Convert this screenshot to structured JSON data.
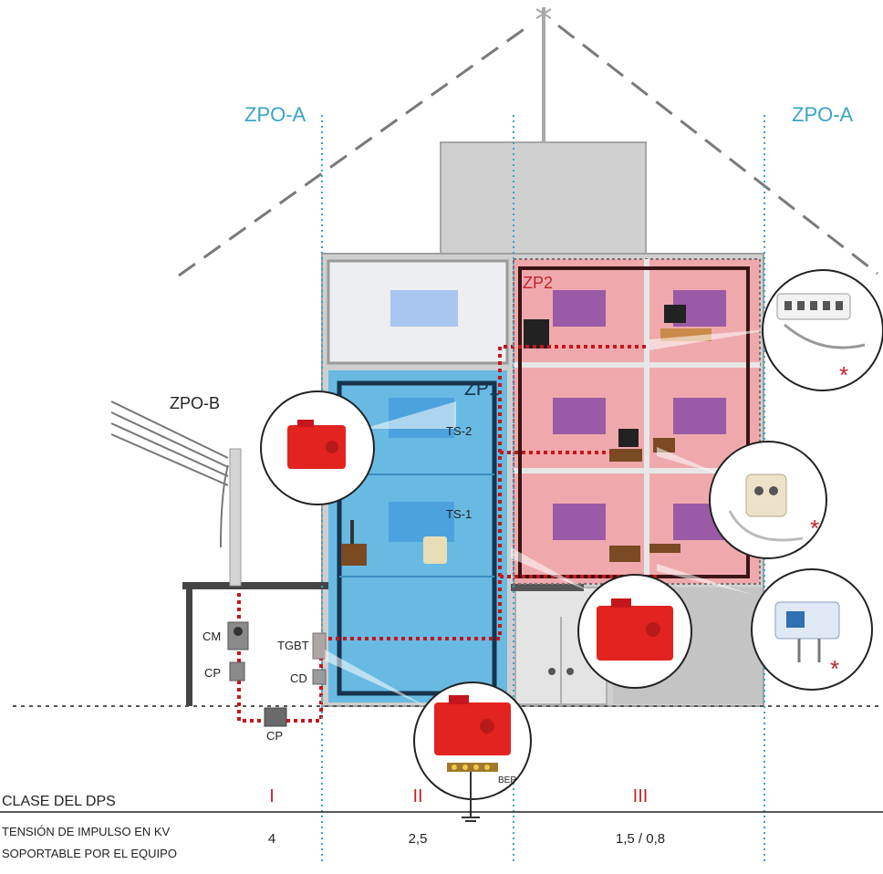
{
  "zones": {
    "zpo_a_left": "ZPO-A",
    "zpo_a_right": "ZPO-A",
    "zpo_b": "ZPO-B",
    "zp1": "ZP1",
    "zp2": "ZP2"
  },
  "labels": {
    "ts2": "TS-2",
    "ts1": "TS-1",
    "cm": "CM",
    "cp_left": "CP",
    "cp_bottom": "CP",
    "tgbt": "TGBT",
    "cd": "CD",
    "bep": "BEP",
    "asterisk": "*"
  },
  "table": {
    "row1_label": "CLASE DEL DPS",
    "row2_label_line1": "TENSIÓN DE IMPULSO EN KV",
    "row2_label_line2": "SOPORTABLE POR EL EQUIPO",
    "classes": [
      "I",
      "II",
      "III"
    ],
    "voltages": [
      "4",
      "2,5",
      "1,5 / 0,8"
    ]
  },
  "colors": {
    "zone_line": "#3aa4c6",
    "zp1_fill": "#56b6e6",
    "zp2_fill": "#f2a4a8",
    "cable_red": "#c4161c",
    "dps_red": "#e3231f",
    "wall_gray": "#c9c9c9"
  }
}
